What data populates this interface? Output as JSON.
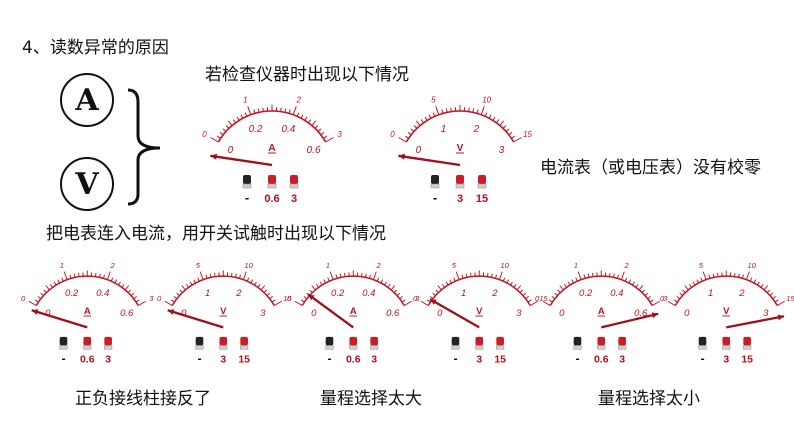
{
  "title": "4、读数异常的原因",
  "subtitle_check": "若检查仪器时出现以下情况",
  "subtitle_connect": "把电表连入电流，用开关试触时出现以下情况",
  "note_zero": "电流表（或电压表）没有校零",
  "captions": [
    "正负接线柱接反了",
    "量程选择太大",
    "量程选择太小"
  ],
  "symbols": {
    "ammeter": "A",
    "voltmeter": "V"
  },
  "ammeter": {
    "unit": "A",
    "outer_scale": [
      "0",
      "1",
      "2",
      "3"
    ],
    "inner_scale": [
      "0",
      "0.2",
      "0.4",
      "0.6"
    ],
    "terminals": [
      "-",
      "0.6",
      "3"
    ]
  },
  "voltmeter": {
    "unit": "V",
    "outer_scale": [
      "0",
      "5",
      "10",
      "15"
    ],
    "inner_scale": [
      "0",
      "1",
      "2",
      "3"
    ],
    "terminals": [
      "-",
      "3",
      "15"
    ]
  },
  "colors": {
    "scale_red": "#c0141e",
    "needle": "#a0101a",
    "terminal_red": "#c81e28",
    "terminal_black": "#222222"
  }
}
